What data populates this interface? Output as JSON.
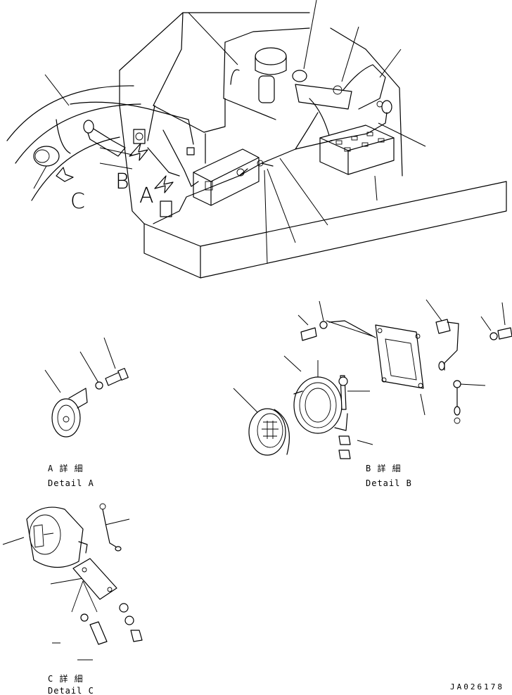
{
  "views": {
    "main": {
      "callouts": [
        "B",
        "A",
        "C"
      ]
    },
    "detail_a": {
      "caption_ja": "A 詳 細",
      "caption_en": "Detail A"
    },
    "detail_b": {
      "caption_ja": "B 詳 細",
      "caption_en": "Detail B"
    },
    "detail_c": {
      "caption_ja": "C 詳 細",
      "caption_en": "Detail C"
    }
  },
  "drawing_id": "JA026178"
}
